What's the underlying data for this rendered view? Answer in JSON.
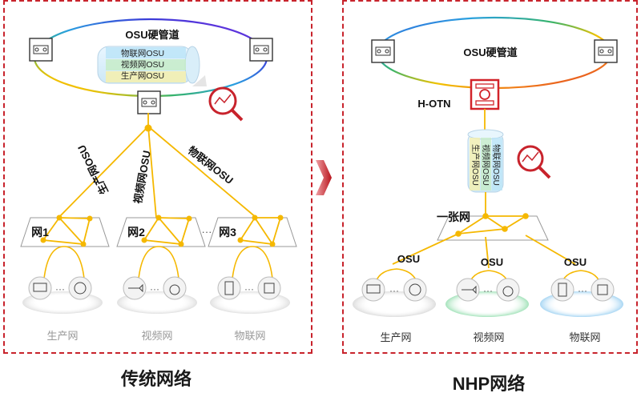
{
  "left": {
    "title": "传统网络",
    "pipe_label": "OSU硬管道",
    "slices": [
      "物联网OSU",
      "视频网OSU",
      "生产网OSU"
    ],
    "branch_labels": [
      "生产网OSU",
      "视频网OSU",
      "物联网OSU"
    ],
    "nets": [
      "网1",
      "网2",
      "网3"
    ],
    "ellipsis": "···",
    "groups": [
      "生产网",
      "视频网",
      "物联网"
    ]
  },
  "right": {
    "title": "NHP网络",
    "pipe_label": "OSU硬管道",
    "node_label": "H-OTN",
    "slices": [
      "物联网OSU",
      "视频网OSU",
      "生产网OSU"
    ],
    "plane_label": "一张网",
    "branch_labels": [
      "OSU",
      "OSU",
      "OSU"
    ],
    "groups": [
      "生产网",
      "视频网",
      "物联网"
    ]
  },
  "colors": {
    "border": "#c8232c",
    "accent_red": "#d2232a",
    "line_yellow": "#f5b800",
    "ring_gradient": [
      "#3b3bd8",
      "#2aa0e0",
      "#36b36b",
      "#f2c200",
      "#f07a1a",
      "#d8232a",
      "#8a2be2"
    ]
  }
}
